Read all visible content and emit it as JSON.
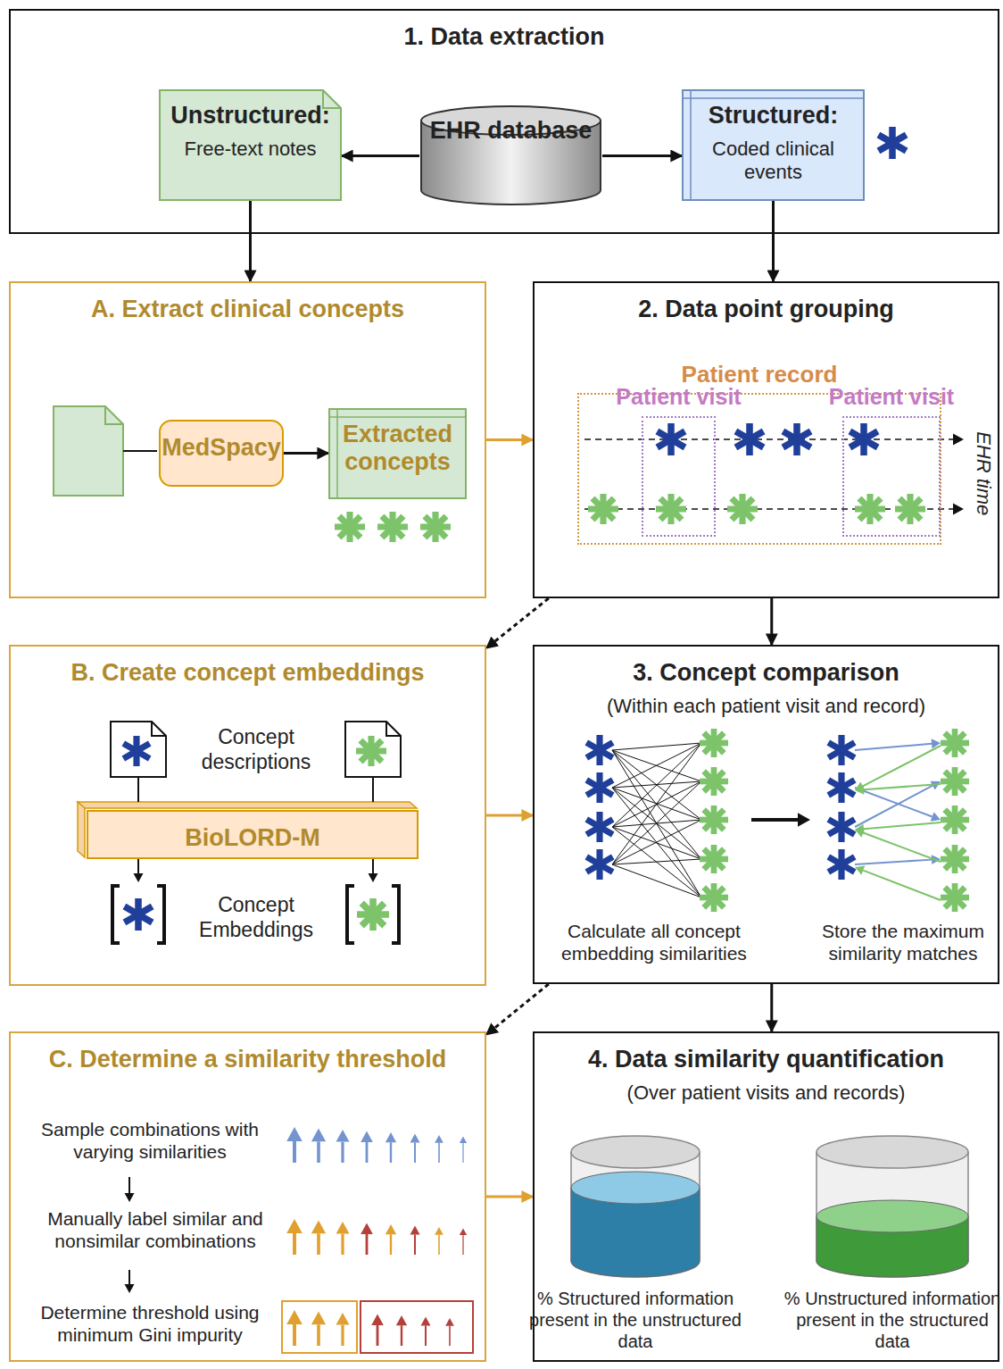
{
  "diagram": {
    "nodes": [
      {
        "text": [
          "1. Data extraction"
        ]
      },
      {
        "text": [
          "Unstructured:",
          "Free-text notes"
        ],
        "in": 0
      },
      {
        "text": [
          "EHR database"
        ],
        "in": 0
      },
      {
        "text": [
          "Structured:",
          "Coded clinical events"
        ],
        "in": 0
      },
      {
        "text": [
          "A. Extract clinical concepts"
        ]
      },
      {
        "text": [
          "MedSpacy"
        ],
        "in": 4
      },
      {
        "text": [
          "Extracted concepts"
        ],
        "in": 4
      },
      {
        "text": [
          "2. Data point grouping"
        ]
      },
      {
        "text": [
          "Patient record"
        ],
        "in": 7
      },
      {
        "text": [
          "Patient visit"
        ],
        "in": 8
      },
      {
        "text": [
          "Patient visit"
        ],
        "in": 8
      },
      {
        "text": [
          "B. Create concept embeddings"
        ]
      },
      {
        "text": [
          "BioLORD-M"
        ],
        "in": 11
      },
      {
        "text": [
          "3. Concept comparison",
          "(Within each patient visit and record)"
        ]
      },
      {
        "text": [
          "C. Determine a similarity threshold"
        ]
      },
      {
        "text": [
          "4. Data similarity quantification",
          "(Over patient visits and records)"
        ]
      }
    ],
    "edges": [
      {
        "from": 2,
        "to": 1,
        "arrow": "to"
      },
      {
        "from": 2,
        "to": 3,
        "arrow": "to"
      },
      {
        "from": 1,
        "to": 4,
        "arrow": "to"
      },
      {
        "from": 3,
        "to": 7,
        "arrow": "to"
      },
      {
        "from": 4,
        "to": 7,
        "arrow": "to"
      },
      {
        "from": 7,
        "to": 13,
        "arrow": "to"
      },
      {
        "from": 7,
        "to": 11,
        "arrow": "to"
      },
      {
        "from": 11,
        "to": 13,
        "arrow": "to"
      },
      {
        "from": 13,
        "to": 15,
        "arrow": "to"
      },
      {
        "from": 13,
        "to": 14,
        "arrow": "to"
      },
      {
        "from": 14,
        "to": 15,
        "arrow": "to"
      },
      {
        "from": 5,
        "to": 6,
        "arrow": "to"
      }
    ],
    "labels": [
      "EHR time",
      "Concept descriptions",
      "Concept Embeddings",
      "Calculate all concept embedding similarities",
      "Store the maximum similarity matches",
      "Sample combinations with varying similarities",
      "Manually label similar and nonsimilar combinations",
      "Determine threshold using minimum Gini impurity",
      "% Structured information present in the unstructured data",
      "% Unstructured information present in the structured data"
    ]
  }
}
